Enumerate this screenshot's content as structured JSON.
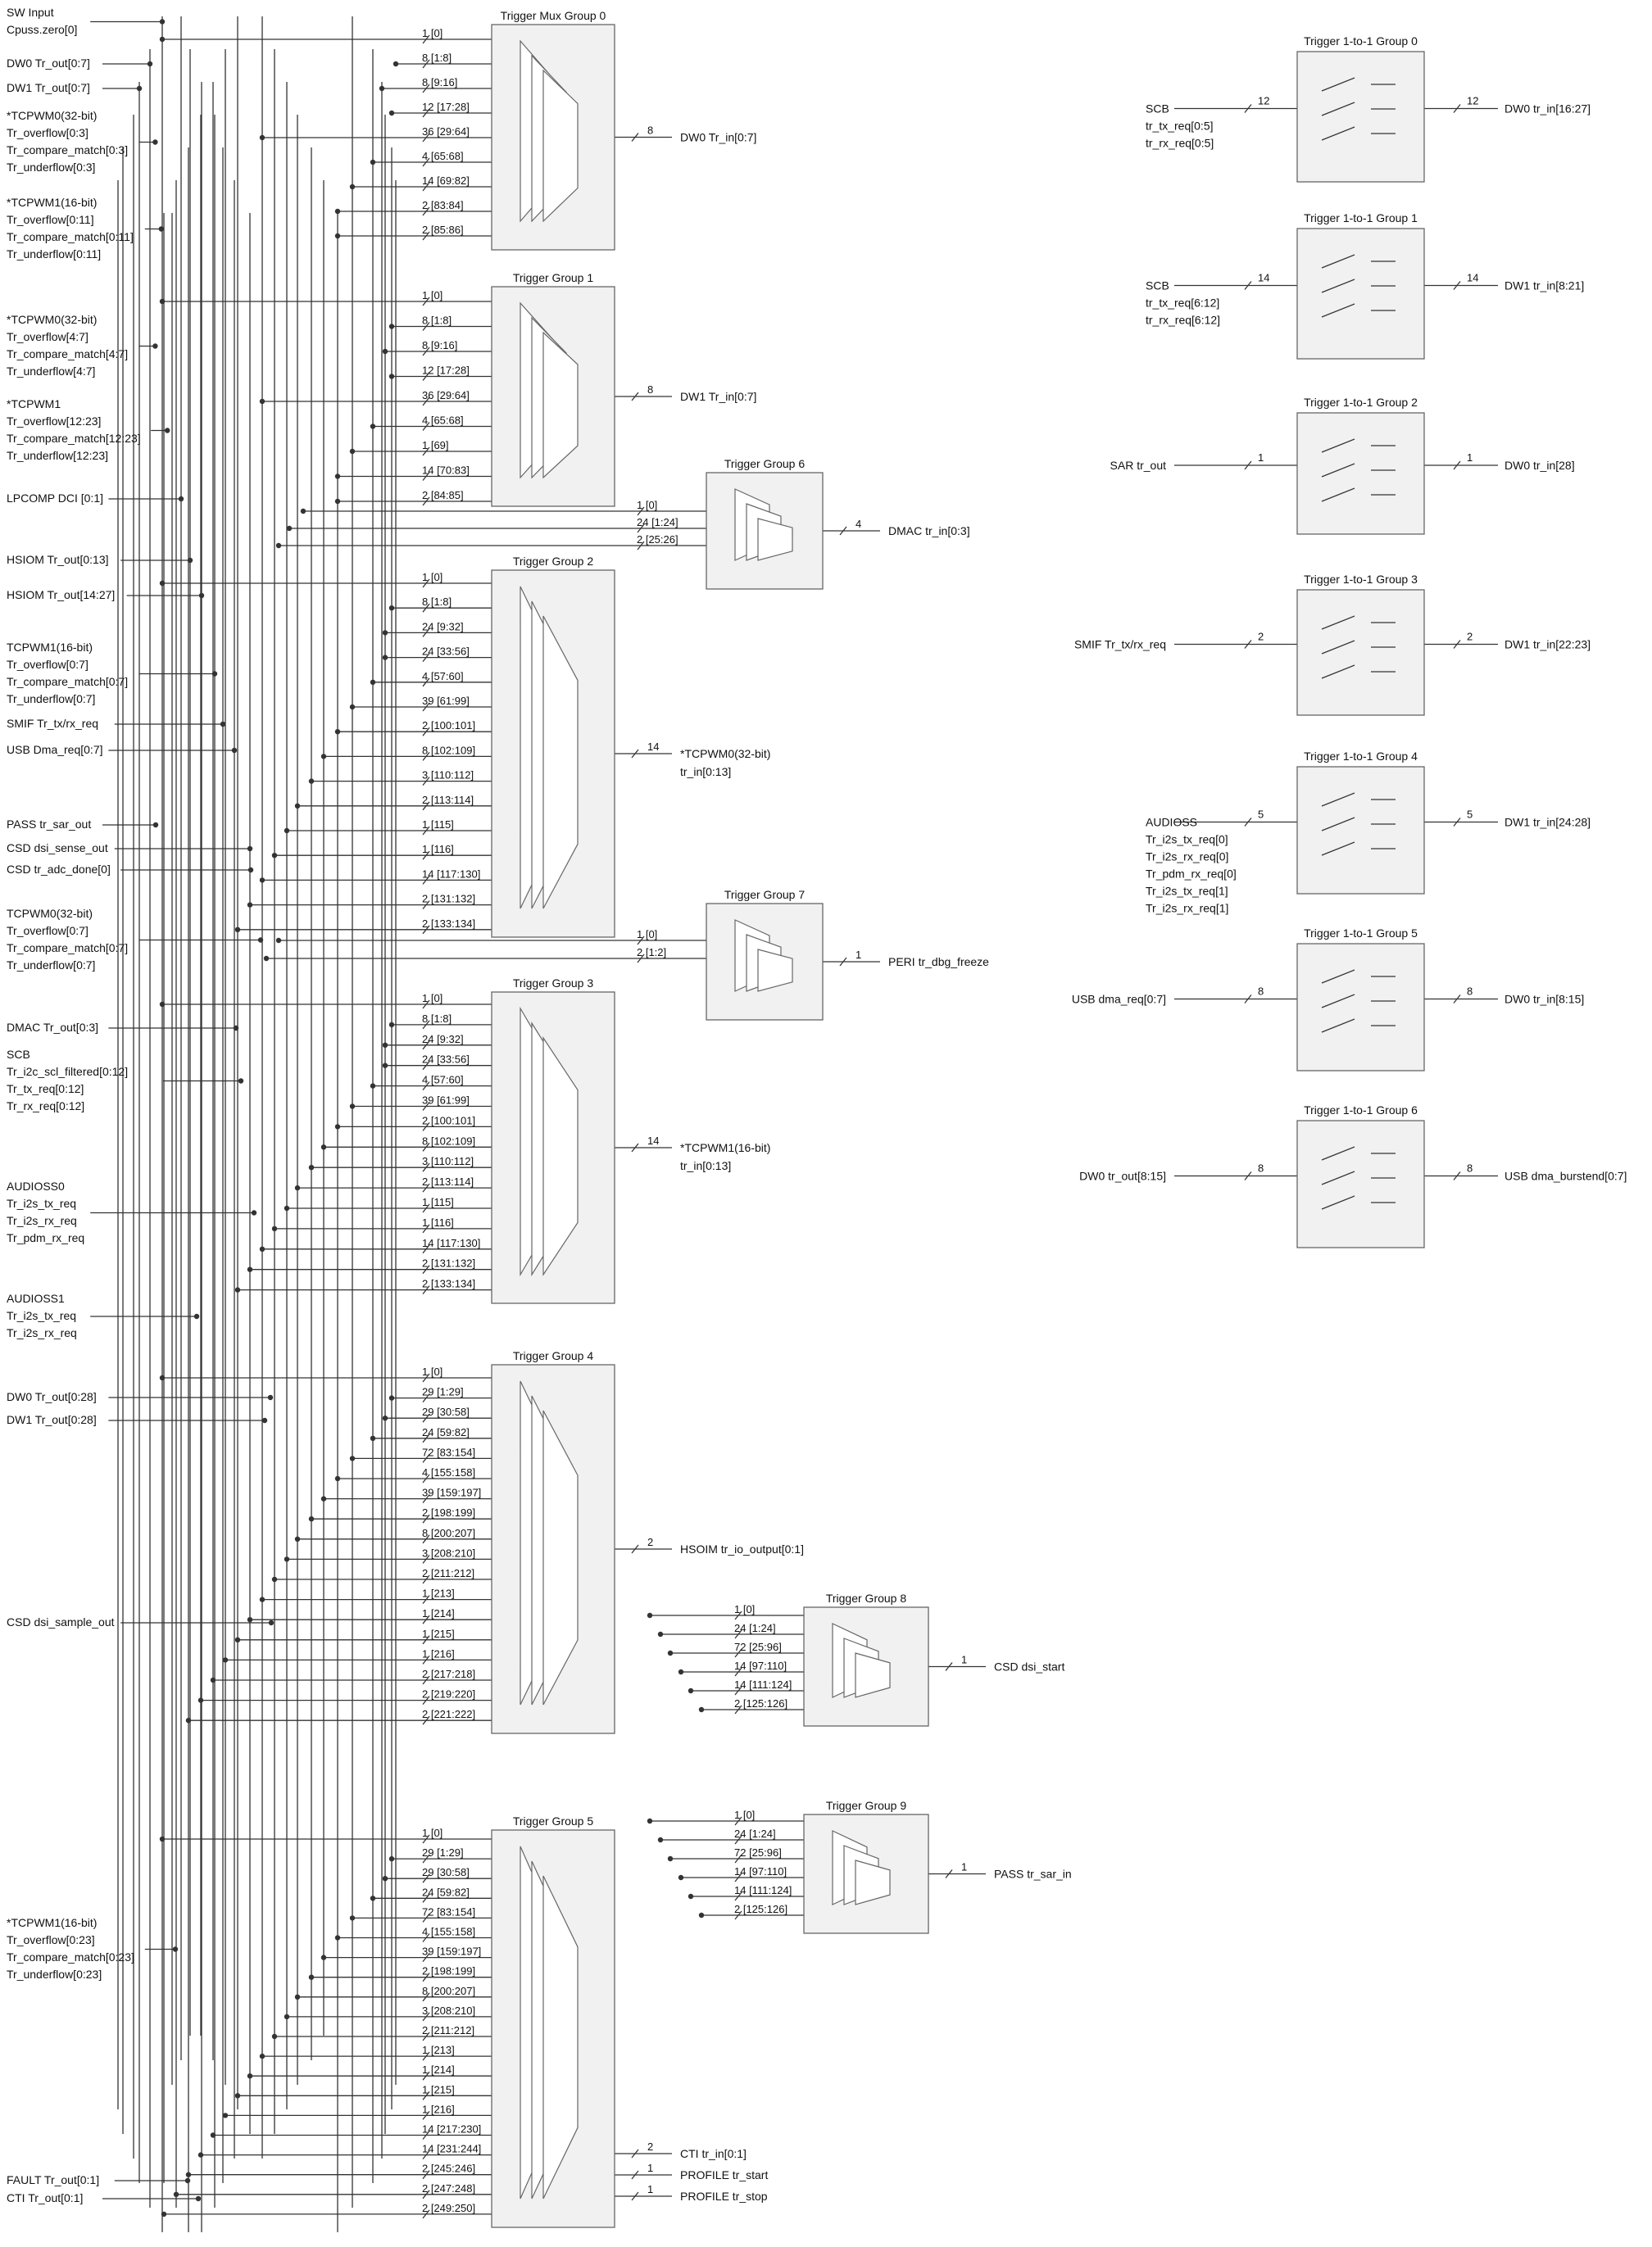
{
  "colors": {
    "line": "#333333",
    "box_fill": "#f1f1f1",
    "box_stroke": "#666666",
    "text": "#111111"
  },
  "inputs": [
    {
      "lines": [
        "SW Input",
        "Cpuss.zero[0]"
      ]
    },
    {
      "lines": [
        "DW0 Tr_out[0:7]"
      ]
    },
    {
      "lines": [
        "DW1 Tr_out[0:7]"
      ]
    },
    {
      "lines": [
        "*TCPWM0(32-bit)",
        "Tr_overflow[0:3]",
        "Tr_compare_match[0:3]",
        "Tr_underflow[0:3]"
      ]
    },
    {
      "lines": [
        "*TCPWM1(16-bit)",
        "Tr_overflow[0:11]",
        "Tr_compare_match[0:11]",
        "Tr_underflow[0:11]"
      ]
    },
    {
      "lines": [
        "*TCPWM0(32-bit)",
        "Tr_overflow[4:7]",
        "Tr_compare_match[4:7]",
        "Tr_underflow[4:7]"
      ]
    },
    {
      "lines": [
        "*TCPWM1",
        "Tr_overflow[12:23]",
        "Tr_compare_match[12:23]",
        "Tr_underflow[12:23]"
      ]
    },
    {
      "lines": [
        "LPCOMP DCI [0:1]"
      ]
    },
    {
      "lines": [
        "HSIOM Tr_out[0:13]"
      ]
    },
    {
      "lines": [
        "HSIOM Tr_out[14:27]"
      ]
    },
    {
      "lines": [
        "TCPWM1(16-bit)",
        "Tr_overflow[0:7]",
        "Tr_compare_match[0:7]",
        "Tr_underflow[0:7]"
      ]
    },
    {
      "lines": [
        "SMIF Tr_tx/rx_req"
      ]
    },
    {
      "lines": [
        "USB Dma_req[0:7]"
      ]
    },
    {
      "lines": [
        "PASS tr_sar_out"
      ]
    },
    {
      "lines": [
        "CSD dsi_sense_out"
      ]
    },
    {
      "lines": [
        "CSD tr_adc_done[0]"
      ]
    },
    {
      "lines": [
        "TCPWM0(32-bit)",
        "Tr_overflow[0:7]",
        "Tr_compare_match[0:7]",
        "Tr_underflow[0:7]"
      ]
    },
    {
      "lines": [
        "DMAC Tr_out[0:3]"
      ]
    },
    {
      "lines": [
        "SCB",
        "Tr_i2c_scl_filtered[0:12]",
        "Tr_tx_req[0:12]",
        "Tr_rx_req[0:12]"
      ]
    },
    {
      "lines": [
        "AUDIOSS0",
        "Tr_i2s_tx_req",
        "Tr_i2s_rx_req",
        "Tr_pdm_rx_req"
      ]
    },
    {
      "lines": [
        "AUDIOSS1",
        "Tr_i2s_tx_req",
        "Tr_i2s_rx_req"
      ]
    },
    {
      "lines": [
        "DW0 Tr_out[0:28]"
      ]
    },
    {
      "lines": [
        "DW1 Tr_out[0:28]"
      ]
    },
    {
      "lines": [
        "CSD dsi_sample_out"
      ]
    },
    {
      "lines": [
        "*TCPWM1(16-bit)",
        "Tr_overflow[0:23]",
        "Tr_compare_match[0:23]",
        "Tr_underflow[0:23]"
      ]
    },
    {
      "lines": [
        "FAULT Tr_out[0:1]"
      ]
    },
    {
      "lines": [
        "CTI Tr_out[0:1]"
      ]
    }
  ],
  "mux_groups": [
    {
      "title": "Trigger Mux Group 0",
      "ports": [
        "1 [0]",
        "8 [1:8]",
        "8 [9:16]",
        "12 [17:28]",
        "36 [29:64]",
        "4 [65:68]",
        "14 [69:82]",
        "2 [83:84]",
        "2 [85:86]"
      ],
      "outputs": [
        {
          "width": "8",
          "label": "DW0 Tr_in[0:7]"
        }
      ]
    },
    {
      "title": "Trigger Group 1",
      "ports": [
        "1 [0]",
        "8 [1:8]",
        "8 [9:16]",
        "12 [17:28]",
        "36 [29:64]",
        "4 [65:68]",
        "1 [69]",
        "14 [70:83]",
        "2 [84:85]"
      ],
      "outputs": [
        {
          "width": "8",
          "label": "DW1 Tr_in[0:7]"
        }
      ]
    },
    {
      "title": "Trigger Group 2",
      "ports": [
        "1 [0]",
        "8 [1:8]",
        "24 [9:32]",
        "24 [33:56]",
        "4 [57:60]",
        "39 [61:99]",
        "2 [100:101]",
        "8 [102:109]",
        "3 [110:112]",
        "2 [113:114]",
        "1 [115]",
        "1 [116]",
        "14 [117:130]",
        "2 [131:132]",
        "2 [133:134]"
      ],
      "outputs": [
        {
          "width": "14",
          "label": "*TCPWM0(32-bit)",
          "label2": "tr_in[0:13]"
        }
      ]
    },
    {
      "title": "Trigger Group 3",
      "ports": [
        "1 [0]",
        "8 [1:8]",
        "24 [9:32]",
        "24 [33:56]",
        "4 [57:60]",
        "39 [61:99]",
        "2 [100:101]",
        "8 [102:109]",
        "3 [110:112]",
        "2 [113:114]",
        "1 [115]",
        "1 [116]",
        "14 [117:130]",
        "2 [131:132]",
        "2 [133:134]"
      ],
      "outputs": [
        {
          "width": "14",
          "label": "*TCPWM1(16-bit)",
          "label2": "tr_in[0:13]"
        }
      ]
    },
    {
      "title": "Trigger Group 4",
      "ports": [
        "1 [0]",
        "29 [1:29]",
        "29 [30:58]",
        "24 [59:82]",
        "72 [83:154]",
        "4 [155:158]",
        "39 [159:197]",
        "2 [198:199]",
        "8 [200:207]",
        "3 [208:210]",
        "2 [211:212]",
        "1 [213]",
        "1 [214]",
        "1 [215]",
        "1 [216]",
        "2 [217:218]",
        "2 [219:220]",
        "2 [221:222]"
      ],
      "outputs": [
        {
          "width": "2",
          "label": "HSOIM tr_io_output[0:1]"
        }
      ]
    },
    {
      "title": "Trigger Group 5",
      "ports": [
        "1 [0]",
        "29 [1:29]",
        "29 [30:58]",
        "24 [59:82]",
        "72 [83:154]",
        "4 [155:158]",
        "39 [159:197]",
        "2 [198:199]",
        "8 [200:207]",
        "3 [208:210]",
        "2 [211:212]",
        "1 [213]",
        "1 [214]",
        "1 [215]",
        "1 [216]",
        "14 [217:230]",
        "14 [231:244]",
        "2 [245:246]",
        "2 [247:248]",
        "2 [249:250]"
      ],
      "outputs": [
        {
          "width": "2",
          "label": "CTI tr_in[0:1]"
        },
        {
          "width": "1",
          "label": "PROFILE tr_start"
        },
        {
          "width": "1",
          "label": "PROFILE tr_stop"
        }
      ]
    },
    {
      "title": "Trigger Group 6",
      "ports": [
        "1 [0]",
        "24 [1:24]",
        "2 [25:26]"
      ],
      "outputs": [
        {
          "width": "4",
          "label": "DMAC tr_in[0:3]"
        }
      ]
    },
    {
      "title": "Trigger Group 7",
      "ports": [
        "1 [0]",
        "2 [1:2]"
      ],
      "outputs": [
        {
          "width": "1",
          "label": "PERI tr_dbg_freeze"
        }
      ]
    },
    {
      "title": "Trigger Group 8",
      "ports": [
        "1 [0]",
        "24 [1:24]",
        "72 [25:96]",
        "14 [97:110]",
        "14 [111:124]",
        "2 [125:126]"
      ],
      "outputs": [
        {
          "width": "1",
          "label": "CSD dsi_start"
        }
      ]
    },
    {
      "title": "Trigger Group 9",
      "ports": [
        "1 [0]",
        "24 [1:24]",
        "72 [25:96]",
        "14 [97:110]",
        "14 [111:124]",
        "2 [125:126]"
      ],
      "outputs": [
        {
          "width": "1",
          "label": "PASS tr_sar_in"
        }
      ]
    }
  ],
  "one_to_one": [
    {
      "title": "Trigger 1-to-1 Group 0",
      "in_lines": [
        "SCB",
        "tr_tx_req[0:5]",
        "tr_rx_req[0:5]"
      ],
      "in_width": "12",
      "out_width": "12",
      "out_label": "DW0 tr_in[16:27]"
    },
    {
      "title": "Trigger 1-to-1 Group 1",
      "in_lines": [
        "SCB",
        "tr_tx_req[6:12]",
        "tr_rx_req[6:12]"
      ],
      "in_width": "14",
      "out_width": "14",
      "out_label": "DW1 tr_in[8:21]"
    },
    {
      "title": "Trigger 1-to-1 Group 2",
      "in_lines": [
        "SAR tr_out"
      ],
      "in_width": "1",
      "out_width": "1",
      "out_label": "DW0 tr_in[28]"
    },
    {
      "title": "Trigger 1-to-1 Group 3",
      "in_lines": [
        "SMIF Tr_tx/rx_req"
      ],
      "in_width": "2",
      "out_width": "2",
      "out_label": "DW1 tr_in[22:23]"
    },
    {
      "title": "Trigger 1-to-1 Group 4",
      "in_lines": [
        "AUDIOSS",
        "Tr_i2s_tx_req[0]",
        "Tr_i2s_rx_req[0]",
        "Tr_pdm_rx_req[0]",
        "Tr_i2s_tx_req[1]",
        "Tr_i2s_rx_req[1]"
      ],
      "in_width": "5",
      "out_width": "5",
      "out_label": "DW1 tr_in[24:28]"
    },
    {
      "title": "Trigger 1-to-1 Group 5",
      "in_lines": [
        "USB dma_req[0:7]"
      ],
      "in_width": "8",
      "out_width": "8",
      "out_label": "DW0 tr_in[8:15]"
    },
    {
      "title": "Trigger 1-to-1 Group 6",
      "in_lines": [
        "DW0 tr_out[8:15]"
      ],
      "in_width": "8",
      "out_width": "8",
      "out_label": "USB dma_burstend[0:7]"
    }
  ]
}
